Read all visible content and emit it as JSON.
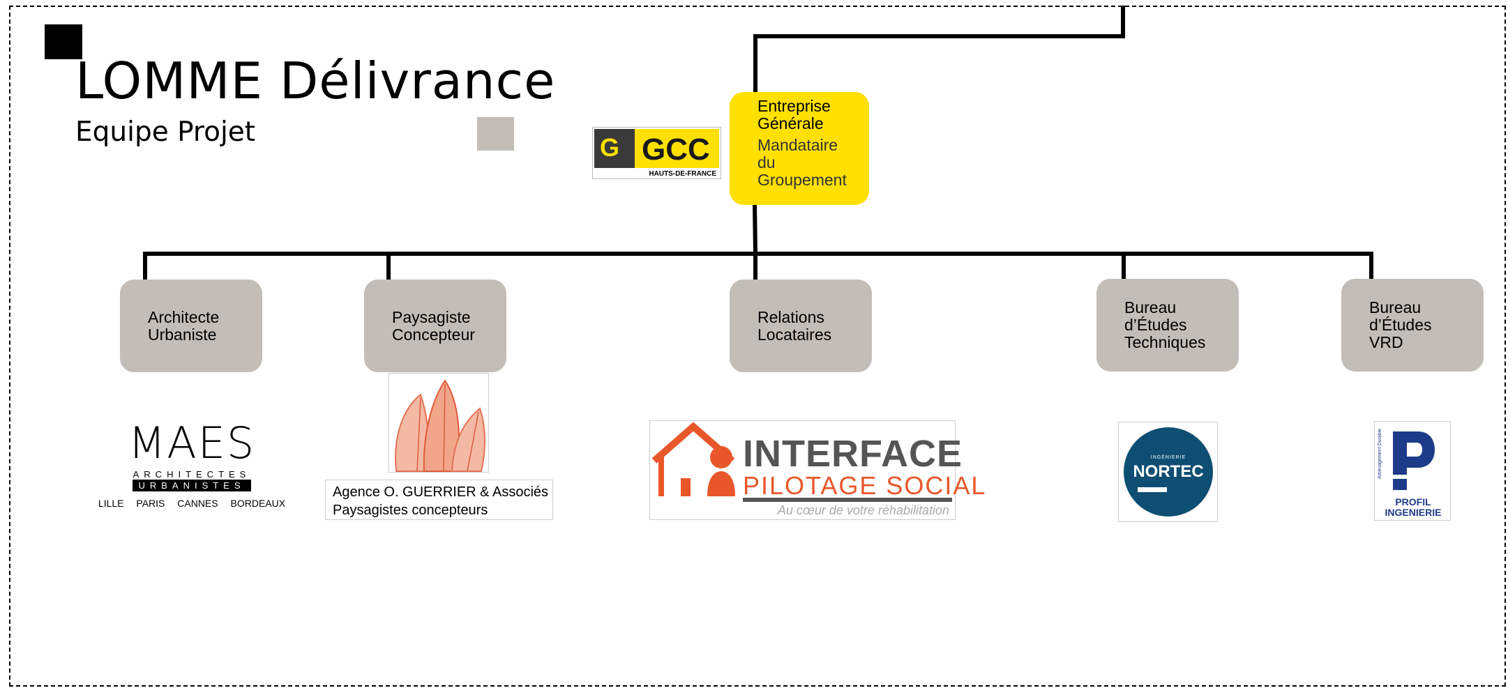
{
  "title": "LOMME Délivrance",
  "subtitle": "Equipe Projet",
  "main_role": {
    "title_lines": [
      "Entreprise",
      "Générale"
    ],
    "detail_lines": [
      "Mandataire",
      "du",
      "Groupement"
    ],
    "color": "#ffe000"
  },
  "roles": [
    {
      "lines": [
        "Architecte",
        "Urbaniste"
      ]
    },
    {
      "lines": [
        "Paysagiste",
        "Concepteur"
      ]
    },
    {
      "lines": [
        "Relations",
        "Locataires"
      ]
    },
    {
      "lines": [
        "Bureau",
        "d’Études",
        "Techniques"
      ]
    },
    {
      "lines": [
        "Bureau",
        "d’Études",
        "VRD"
      ]
    }
  ],
  "role_box_color": "#c2bdb7",
  "logos": {
    "gcc": {
      "word": "GCC",
      "sub": "HAUTS-DE-FRANCE"
    },
    "maes": {
      "word": "MAES",
      "line1": "ARCHITECTES",
      "line2": "URBANISTES",
      "cities": "LILLE PARIS CANNES BORDEAUX"
    },
    "guerrier": {
      "line1": "Agence O. GUERRIER & Associés",
      "line2": "Paysagistes concepteurs"
    },
    "interface": {
      "title": "INTERFACE",
      "subtitle": "PILOTAGE SOCIAL",
      "tagline": "Au cœur de votre réhabilitation",
      "accent": "#e8572a"
    },
    "nortec": {
      "small": "INGÉNIERIE",
      "word": "NORTEC",
      "color": "#0e4e72"
    },
    "profil": {
      "line1": "PROFIL",
      "line2": "INGENIERIE",
      "side": "Aménagement Durable",
      "color": "#1e3b8a"
    }
  }
}
